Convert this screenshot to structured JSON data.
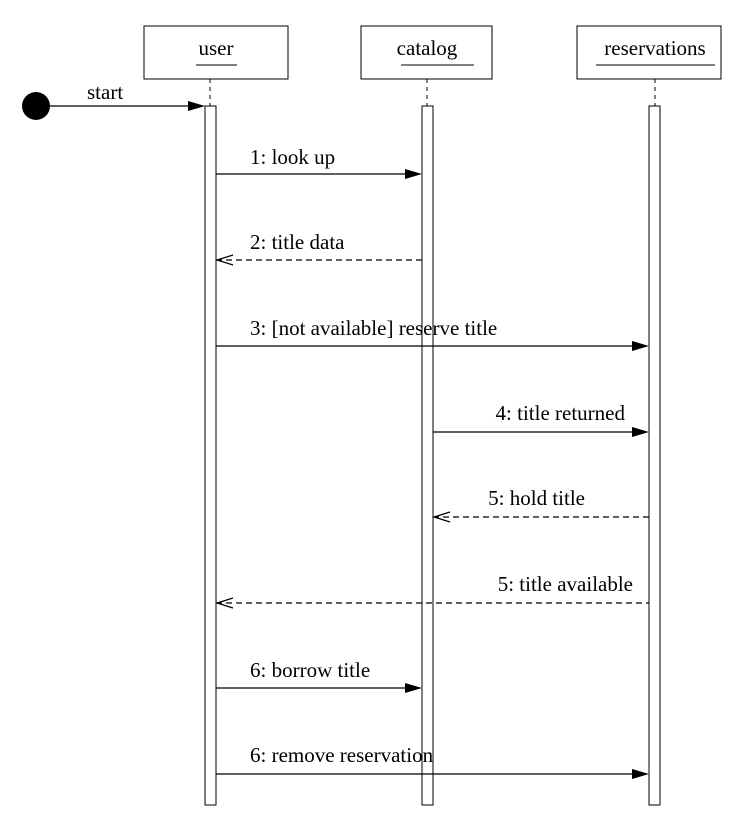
{
  "objects": [
    {
      "id": "user",
      "name": "user"
    },
    {
      "id": "catalog",
      "name": "catalog"
    },
    {
      "id": "reservations",
      "name": "reservations"
    }
  ],
  "start": {
    "label": "start",
    "to": "user"
  },
  "messages": [
    {
      "label": "1: look up",
      "from": "user",
      "to": "catalog",
      "kind": "sync"
    },
    {
      "label": "2: title data",
      "from": "catalog",
      "to": "user",
      "kind": "return"
    },
    {
      "label": "3: [not available] reserve title",
      "from": "user",
      "to": "reservations",
      "kind": "sync"
    },
    {
      "label": "4: title returned",
      "from": "catalog",
      "to": "reservations",
      "kind": "sync"
    },
    {
      "label": "5: hold title",
      "from": "reservations",
      "to": "catalog",
      "kind": "return"
    },
    {
      "label": "5: title available",
      "from": "reservations",
      "to": "user",
      "kind": "return"
    },
    {
      "label": "6: borrow title",
      "from": "user",
      "to": "catalog",
      "kind": "sync"
    },
    {
      "label": "6: remove reservation",
      "from": "user",
      "to": "reservations",
      "kind": "sync"
    }
  ]
}
